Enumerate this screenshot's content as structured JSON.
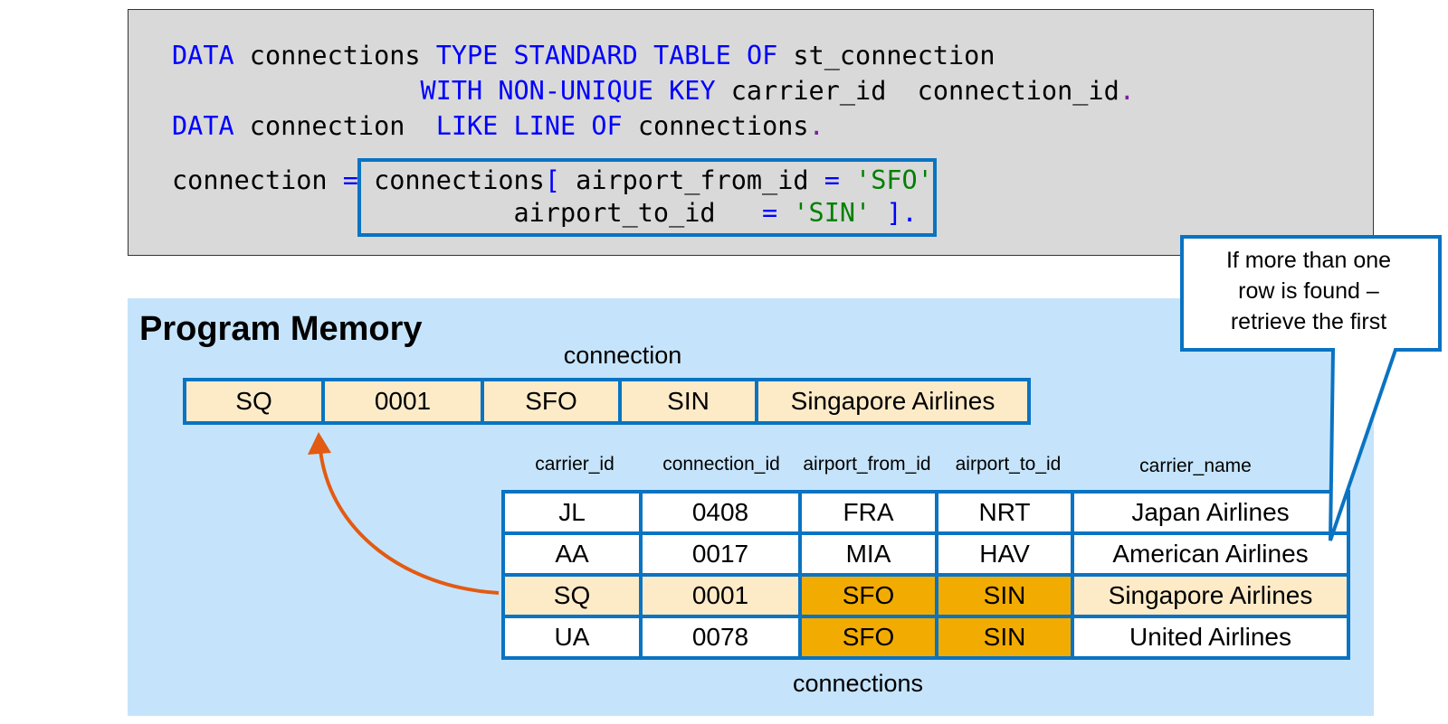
{
  "code": {
    "lines": [
      [
        {
          "t": "DATA",
          "c": "kw"
        },
        {
          "t": " connections ",
          "c": ""
        },
        {
          "t": "TYPE",
          "c": "kw"
        },
        {
          "t": " ",
          "c": ""
        },
        {
          "t": "STANDARD",
          "c": "kw"
        },
        {
          "t": " ",
          "c": ""
        },
        {
          "t": "TABLE",
          "c": "kw"
        },
        {
          "t": " ",
          "c": ""
        },
        {
          "t": "OF",
          "c": "kw"
        },
        {
          "t": " st_connection",
          "c": ""
        }
      ],
      [
        {
          "t": "                ",
          "c": ""
        },
        {
          "t": "WITH",
          "c": "kw"
        },
        {
          "t": " ",
          "c": ""
        },
        {
          "t": "NON-UNIQUE",
          "c": "kw"
        },
        {
          "t": " ",
          "c": ""
        },
        {
          "t": "KEY",
          "c": "kw"
        },
        {
          "t": " carrier_id  connection_id",
          "c": ""
        },
        {
          "t": ".",
          "c": "pu"
        }
      ],
      [
        {
          "t": "DATA",
          "c": "kw"
        },
        {
          "t": " connection  ",
          "c": ""
        },
        {
          "t": "LIKE",
          "c": "kw"
        },
        {
          "t": " ",
          "c": ""
        },
        {
          "t": "LINE",
          "c": "kw"
        },
        {
          "t": " ",
          "c": ""
        },
        {
          "t": "OF",
          "c": "kw"
        },
        {
          "t": " connections",
          "c": ""
        },
        {
          "t": ".",
          "c": "pu"
        }
      ],
      [
        {
          "t": "connection ",
          "c": ""
        },
        {
          "t": "=",
          "c": "op"
        },
        {
          "t": " connections",
          "c": ""
        },
        {
          "t": "[",
          "c": "op"
        },
        {
          "t": " airport_from_id ",
          "c": ""
        },
        {
          "t": "=",
          "c": "op"
        },
        {
          "t": " ",
          "c": ""
        },
        {
          "t": "'SFO'",
          "c": "str"
        }
      ],
      [
        {
          "t": "                      airport_to_id   ",
          "c": ""
        },
        {
          "t": "=",
          "c": "op"
        },
        {
          "t": " ",
          "c": ""
        },
        {
          "t": "'SIN'",
          "c": "str"
        },
        {
          "t": " ",
          "c": ""
        },
        {
          "t": "].",
          "c": "op"
        }
      ]
    ]
  },
  "memory": {
    "title": "Program Memory",
    "connection_caption": "connection",
    "connection_row": [
      "SQ",
      "0001",
      "SFO",
      "SIN",
      "Singapore Airlines"
    ],
    "table_caption": "connections",
    "columns": [
      "carrier_id",
      "connection_id",
      "airport_from_id",
      "airport_to_id",
      "carrier_name"
    ],
    "rows": [
      {
        "cells": [
          "JL",
          "0408",
          "FRA",
          "NRT",
          "Japan Airlines"
        ],
        "style": [
          "w",
          "w",
          "w",
          "w",
          "w"
        ]
      },
      {
        "cells": [
          "AA",
          "0017",
          "MIA",
          "HAV",
          "American Airlines"
        ],
        "style": [
          "w",
          "w",
          "w",
          "w",
          "w"
        ]
      },
      {
        "cells": [
          "SQ",
          "0001",
          "SFO",
          "SIN",
          "Singapore Airlines"
        ],
        "style": [
          "cream",
          "cream",
          "hl",
          "hl",
          "cream"
        ]
      },
      {
        "cells": [
          "UA",
          "0078",
          "SFO",
          "SIN",
          "United Airlines"
        ],
        "style": [
          "w",
          "w",
          "hl",
          "hl",
          "w"
        ]
      }
    ]
  },
  "callout": {
    "lines": [
      "If more than one",
      "row is found –",
      "retrieve the first"
    ]
  },
  "colors": {
    "keyword": "#0000ff",
    "string": "#008000",
    "period": "#7b1fa2",
    "frame_blue": "#0a73c2",
    "memory_bg": "#c5e4fb",
    "code_bg": "#d9d9d9",
    "highlight": "#f2ab00",
    "selected_row": "#fdebc8",
    "arrow": "#e35a12"
  }
}
